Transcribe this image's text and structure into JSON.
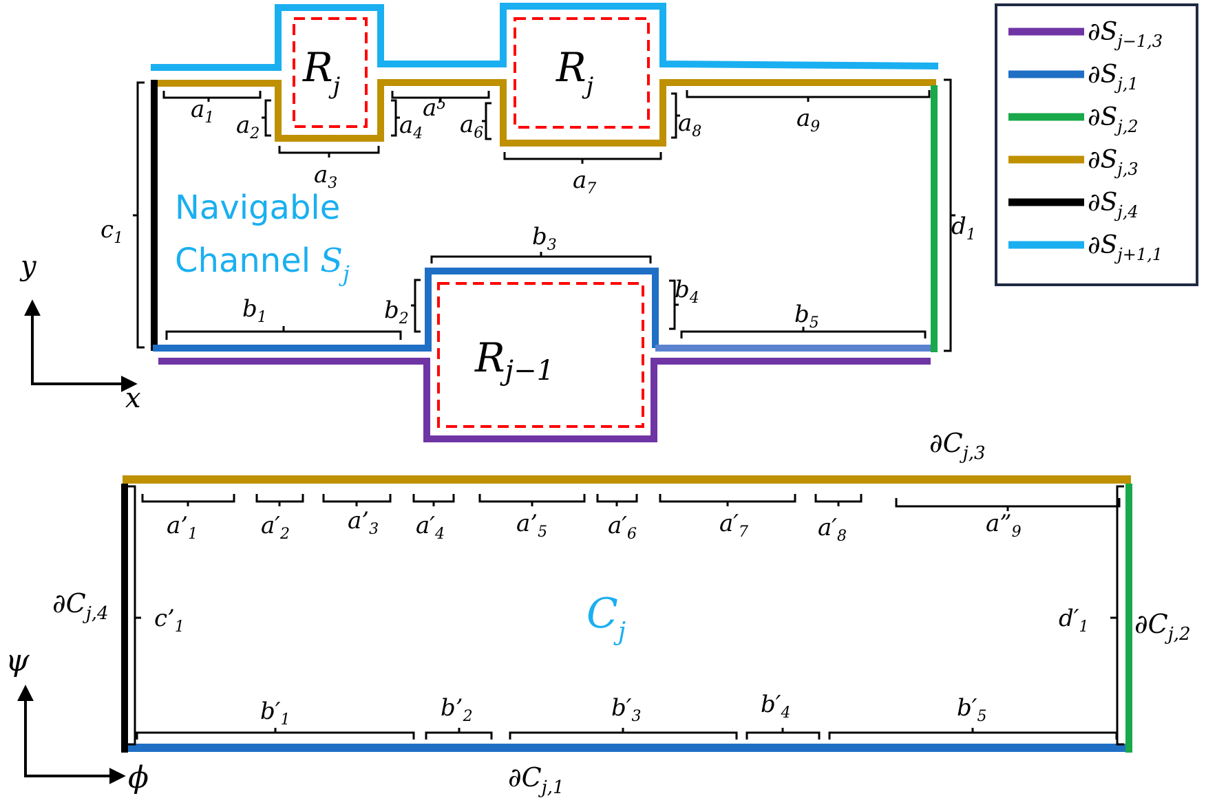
{
  "colors": {
    "purple": "#6f35a5",
    "blue": "#1f6fc4",
    "lightblue_segment": "#5a82cf",
    "green": "#19a84a",
    "gold": "#bf9000",
    "black": "#000000",
    "cyan": "#1aaff0",
    "red": "#ff0000",
    "legend_border": "#1f2a44"
  },
  "legend": {
    "items": [
      {
        "label": "∂S",
        "sub": "j−1,3",
        "color": "#6f35a5"
      },
      {
        "label": "∂S",
        "sub": "j,1",
        "color": "#1f6fc4"
      },
      {
        "label": "∂S",
        "sub": "j,2",
        "color": "#19a84a"
      },
      {
        "label": "∂S",
        "sub": "j,3",
        "color": "#bf9000"
      },
      {
        "label": "∂S",
        "sub": "j,4",
        "color": "#000000"
      },
      {
        "label": "∂S",
        "sub": "j+1,1",
        "color": "#1aaff0"
      }
    ]
  },
  "top": {
    "channel_line1": "Navigable",
    "channel_line2": "Channel",
    "channel_symbol": "S",
    "channel_sub": "j",
    "region_left": {
      "symbol": "R",
      "sub": "j"
    },
    "region_right": {
      "symbol": "R",
      "sub": "j"
    },
    "region_bottom": {
      "symbol": "R",
      "sub": "j−1"
    },
    "axis_y": "y",
    "axis_x": "x",
    "labels": {
      "a1": {
        "base": "a",
        "sub": "1"
      },
      "a2": {
        "base": "a",
        "sub": "2"
      },
      "a3": {
        "base": "a",
        "sub": "3"
      },
      "a4": {
        "base": "a",
        "sub": "4"
      },
      "a5": {
        "base": "a",
        "sub": "5"
      },
      "a6": {
        "base": "a",
        "sub": "6"
      },
      "a7": {
        "base": "a",
        "sub": "7"
      },
      "a8": {
        "base": "a",
        "sub": "8"
      },
      "a9": {
        "base": "a",
        "sub": "9"
      },
      "b1": {
        "base": "b",
        "sub": "1"
      },
      "b2": {
        "base": "b",
        "sub": "2"
      },
      "b3": {
        "base": "b",
        "sub": "3"
      },
      "b4": {
        "base": "b",
        "sub": "4"
      },
      "b5": {
        "base": "b",
        "sub": "5"
      },
      "c1": {
        "base": "c",
        "sub": "1"
      },
      "d1": {
        "base": "d",
        "sub": "1"
      }
    }
  },
  "bottom": {
    "region": {
      "symbol": "C",
      "sub": "j"
    },
    "axis_y": "ψ",
    "axis_x": "ϕ",
    "edges": {
      "e1": {
        "base": "∂C",
        "sub": "j,1"
      },
      "e2": {
        "base": "∂C",
        "sub": "j,2"
      },
      "e3": {
        "base": "∂C",
        "sub": "j,3"
      },
      "e4": {
        "base": "∂C",
        "sub": "j,4"
      }
    },
    "labels": {
      "ap1": {
        "base": "a’",
        "sub": "1"
      },
      "ap2": {
        "base": "a′",
        "sub": "2"
      },
      "ap3": {
        "base": "a’",
        "sub": "3"
      },
      "ap4": {
        "base": "a′",
        "sub": "4"
      },
      "ap5": {
        "base": "a’",
        "sub": "5"
      },
      "ap6": {
        "base": "a′",
        "sub": "6"
      },
      "ap7": {
        "base": "a′",
        "sub": "7"
      },
      "ap8": {
        "base": "a′",
        "sub": "8"
      },
      "ap9": {
        "base": "a”",
        "sub": "9"
      },
      "bp1": {
        "base": "b′",
        "sub": "1"
      },
      "bp2": {
        "base": "b’",
        "sub": "2"
      },
      "bp3": {
        "base": "b′",
        "sub": "3"
      },
      "bp4": {
        "base": "b′",
        "sub": "4"
      },
      "bp5": {
        "base": "b′",
        "sub": "5"
      },
      "cp1": {
        "base": "c’",
        "sub": "1"
      },
      "dp1": {
        "base": "d′",
        "sub": "1"
      }
    }
  }
}
